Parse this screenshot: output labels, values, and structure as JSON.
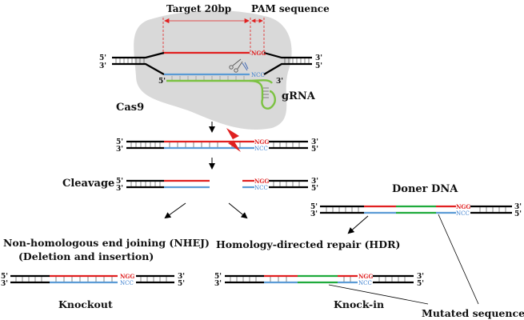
{
  "labels": {
    "target": "Target 20bp",
    "pam": "PAM sequence",
    "cas9": "Cas9",
    "grna": "gRNA",
    "cleavage": "Cleavage",
    "doner": "Doner DNA",
    "nhej_line1": "Non-homologous end joining (NHEJ)",
    "nhej_line2": "(Deletion and insertion)",
    "hdr": "Homology-directed repair (HDR)",
    "knockout": "Knockout",
    "knockin": "Knock-in",
    "mutated": "Mutated sequence"
  },
  "seq": {
    "ngg": "NGG",
    "ncc": "NCC"
  },
  "ends": {
    "five": "5'",
    "three": "3'"
  },
  "colors": {
    "target": "#e02020",
    "complement": "#5b9bd5",
    "donor_insert": "#1faa3c",
    "grna": "#7cc242",
    "cas9": "#d9d9d9",
    "dna": "#000000"
  }
}
